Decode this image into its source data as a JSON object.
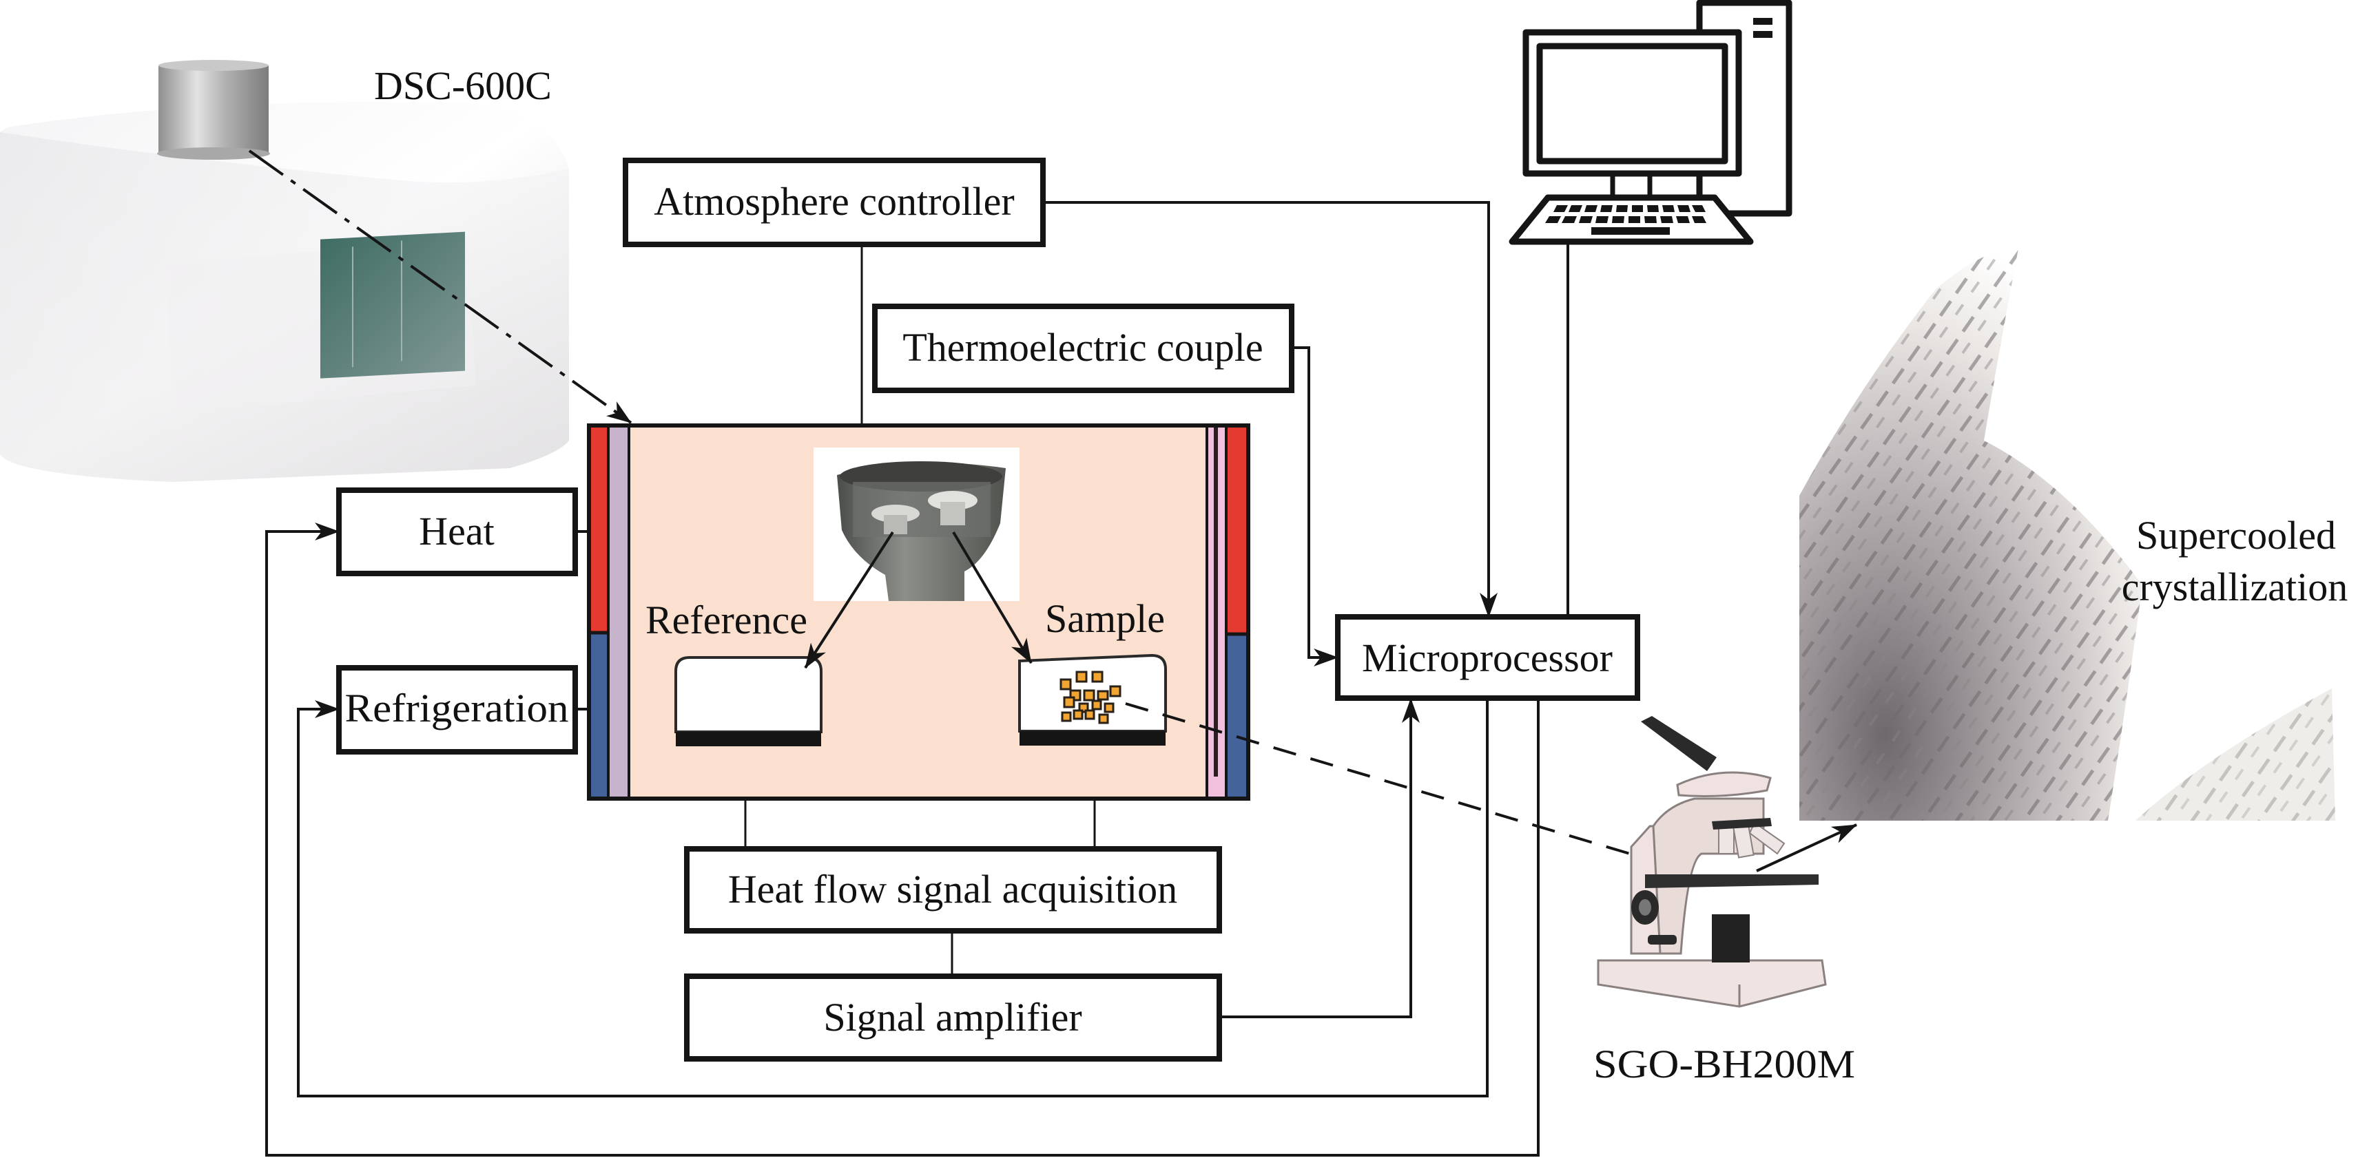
{
  "figure": {
    "instrument_dsc_label": "DSC-600C",
    "microscope_label": "SGO-BH200M",
    "crystal_caption_line1": "Supercooled",
    "crystal_caption_line2": "crystallization"
  },
  "blocks": {
    "atmosphere_controller": "Atmosphere controller",
    "thermoelectric_couple": "Thermoelectric couple",
    "heat": "Heat",
    "refrigeration": "Refrigeration",
    "microprocessor": "Microprocessor",
    "heat_flow_acquisition": "Heat flow signal acquisition",
    "signal_amplifier": "Signal amplifier"
  },
  "chamber": {
    "reference_label": "Reference",
    "sample_label": "Sample"
  },
  "colors": {
    "heater_red": "#e53a2f",
    "cooler_blue": "#43639a",
    "insulation_lavender": "#c7b3cb",
    "chamber_beige": "#fbe0d0",
    "thermocouple_pink": "#f0c0dc",
    "sample_orange": "#f2a531"
  },
  "icons": {
    "computer": "desktop-computer-icon",
    "dsc_instrument": "dsc-instrument-illustration",
    "microscope": "microscope-illustration",
    "crucible_photo": "crucible-holder-photo",
    "crystal_micrograph": "crystal-micrograph-image"
  }
}
